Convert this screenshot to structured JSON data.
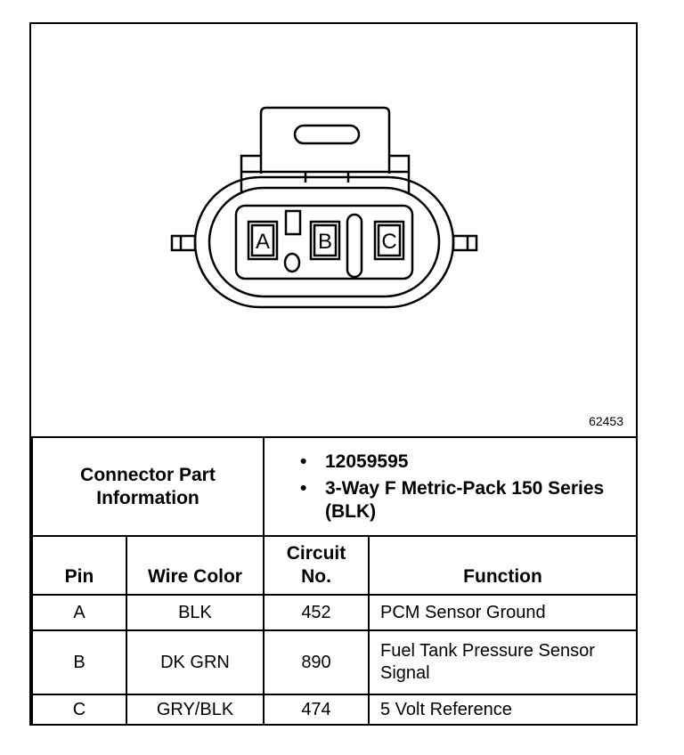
{
  "figure": {
    "number": "62453",
    "pin_letters": [
      "A",
      "B",
      "C"
    ]
  },
  "connector_part": {
    "label_line1": "Connector Part",
    "label_line2": "Information",
    "items": [
      "12059595",
      "3-Way F Metric-Pack 150 Series (BLK)"
    ]
  },
  "pin_table": {
    "headers": {
      "pin": "Pin",
      "wire_color": "Wire Color",
      "circuit_line1": "Circuit",
      "circuit_line2": "No.",
      "function": "Function"
    },
    "rows": [
      {
        "pin": "A",
        "wire_color": "BLK",
        "circuit": "452",
        "function": "PCM Sensor Ground"
      },
      {
        "pin": "B",
        "wire_color": "DK GRN",
        "circuit": "890",
        "function": "Fuel Tank Pressure Sensor Signal"
      },
      {
        "pin": "C",
        "wire_color": "GRY/BLK",
        "circuit": "474",
        "function": "5 Volt Reference"
      }
    ]
  }
}
